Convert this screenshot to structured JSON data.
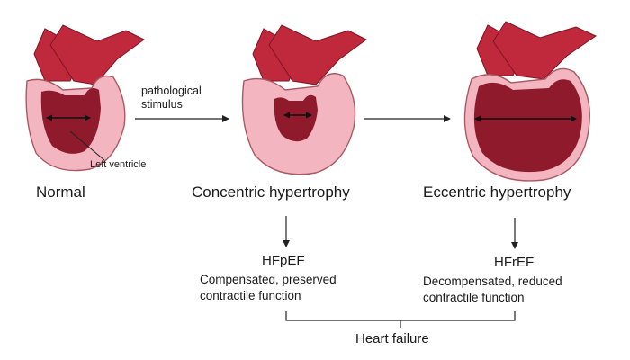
{
  "colors": {
    "wall": "#f3b6c0",
    "wall_stroke": "#a85a64",
    "cavity": "#8e1a2c",
    "vessel": "#c0283c",
    "vessel_dark": "#7d1424",
    "arrow": "#333333"
  },
  "stages": {
    "normal": {
      "label": "Normal",
      "annotation": "Left ventricle"
    },
    "concentric": {
      "label": "Concentric hypertrophy"
    },
    "eccentric": {
      "label": "Eccentric hypertrophy"
    }
  },
  "transition": {
    "line1": "pathological",
    "line2": "stimulus"
  },
  "outcomes": {
    "hfpef": {
      "code": "HFpEF",
      "line1": "Compensated, preserved",
      "line2": "contractile function"
    },
    "hfref": {
      "code": "HFrEF",
      "line1": "Decompensated, reduced",
      "line2": "contractile function"
    }
  },
  "result": "Heart failure"
}
